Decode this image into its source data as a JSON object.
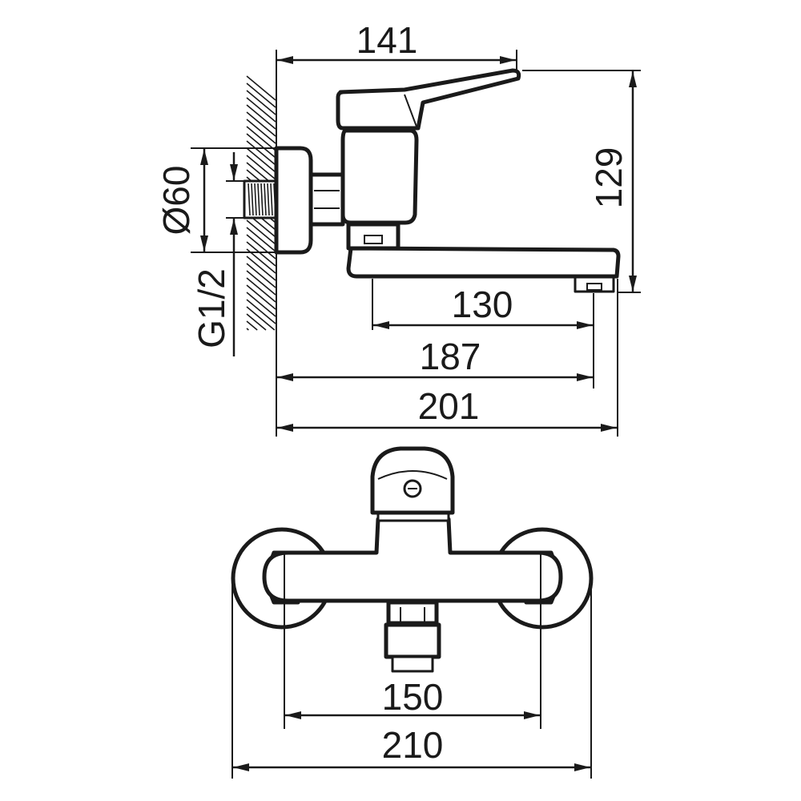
{
  "side_view": {
    "dim_projection": "141",
    "dim_height": "129",
    "dim_flange_diameter": "Ø60",
    "dim_thread": "G1/2",
    "dim_spout_reach": "130",
    "dim_outlet_distance": "187",
    "dim_total_depth": "201"
  },
  "front_view": {
    "dim_centers": "150",
    "dim_total_width": "210"
  }
}
